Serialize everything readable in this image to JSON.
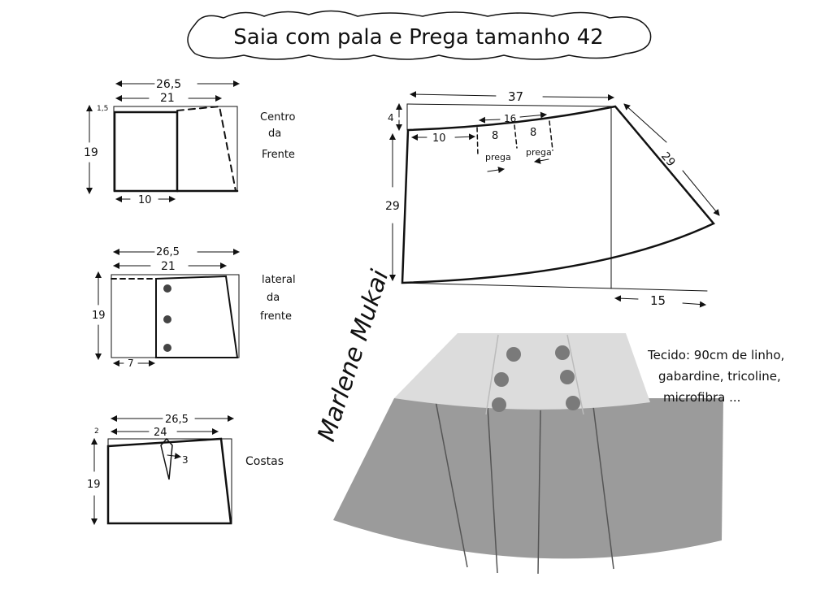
{
  "title": "Saia com pala e Prega tamanho 42",
  "front_center": {
    "label_line1": "Centro",
    "label_line2": "da",
    "label_line3": "Frente",
    "width_total": "26,5",
    "width_top": "21",
    "height": "19",
    "drop": "1,5",
    "width_bottom": "10"
  },
  "front_side": {
    "label_line1": "lateral",
    "label_line2": "da",
    "label_line3": "frente",
    "width_total": "26,5",
    "width_top": "21",
    "height": "19",
    "width_bottom": "7"
  },
  "back": {
    "label": "Costas",
    "width_total": "26,5",
    "width_top": "24",
    "height": "19",
    "drop": "2",
    "dart": "3"
  },
  "skirt_panel": {
    "width": "37",
    "top_drop": "4",
    "height": "29",
    "side": "29",
    "offset": "10",
    "pleat_span": "16",
    "pleat1": "8",
    "pleat2": "8",
    "pleat_label1": "prega",
    "pleat_label2": "prega",
    "flare": "15"
  },
  "fabric_note": {
    "line1": "Tecido: 90cm de linho,",
    "line2": "gabardine, tricoline,",
    "line3": "microfibra ..."
  },
  "signature": "Marlene Mukai",
  "colors": {
    "skirt": "#9b9b9b",
    "yoke": "#dcdcdc",
    "buttons": "#7a7a7a"
  }
}
